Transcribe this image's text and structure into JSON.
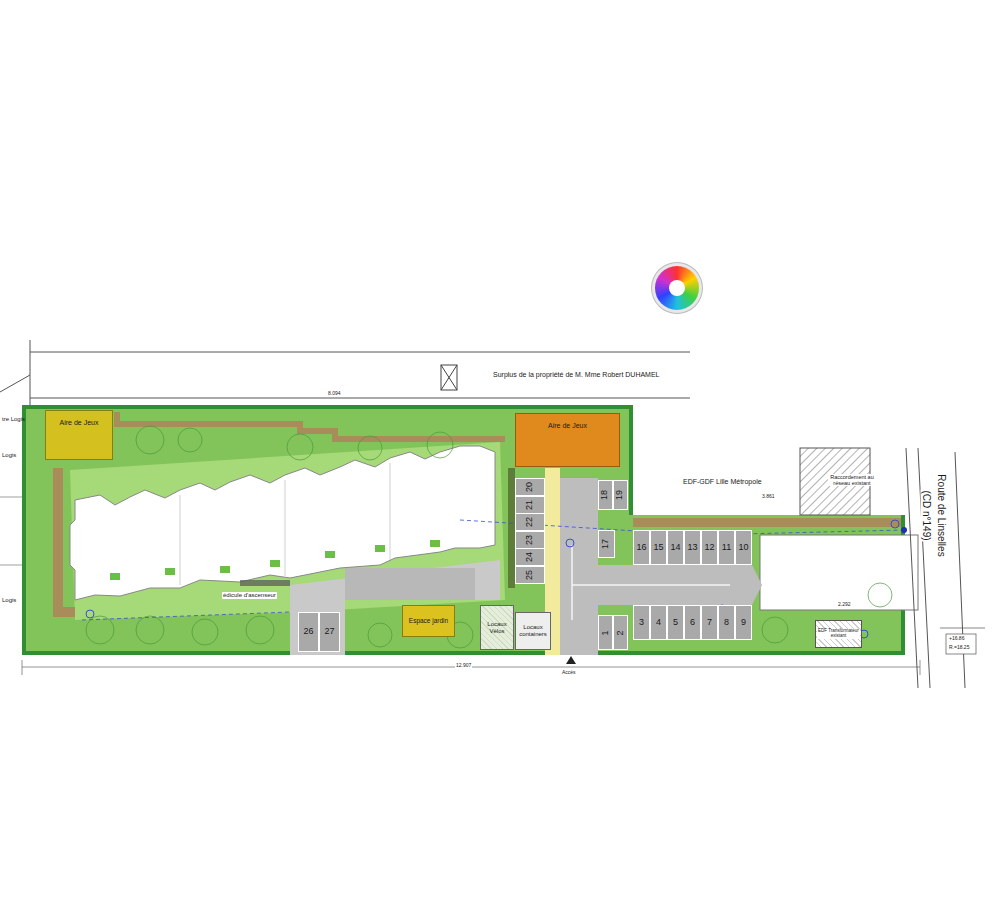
{
  "diagram": {
    "nodes": [
      {
        "text": [
          "Aire de Jeux"
        ]
      },
      {
        "text": [
          "Aire de Jeux"
        ]
      },
      {
        "text": [
          "Espace jardin"
        ]
      },
      {
        "text": [
          "Locaux Vélos"
        ]
      },
      {
        "text": [
          "Locaux containers"
        ]
      },
      {
        "text": [
          "EDF Transformateur existant"
        ]
      },
      {
        "text": [
          "1"
        ]
      },
      {
        "text": [
          "2"
        ]
      },
      {
        "text": [
          "3"
        ]
      },
      {
        "text": [
          "4"
        ]
      },
      {
        "text": [
          "5"
        ]
      },
      {
        "text": [
          "6"
        ]
      },
      {
        "text": [
          "7"
        ]
      },
      {
        "text": [
          "8"
        ]
      },
      {
        "text": [
          "9"
        ]
      },
      {
        "text": [
          "10"
        ]
      },
      {
        "text": [
          "11"
        ]
      },
      {
        "text": [
          "12"
        ]
      },
      {
        "text": [
          "13"
        ]
      },
      {
        "text": [
          "14"
        ]
      },
      {
        "text": [
          "15"
        ]
      },
      {
        "text": [
          "16"
        ]
      },
      {
        "text": [
          "17"
        ]
      },
      {
        "text": [
          "18"
        ]
      },
      {
        "text": [
          "19"
        ]
      },
      {
        "text": [
          "20"
        ]
      },
      {
        "text": [
          "21"
        ]
      },
      {
        "text": [
          "22"
        ]
      },
      {
        "text": [
          "23"
        ]
      },
      {
        "text": [
          "24"
        ]
      },
      {
        "text": [
          "25"
        ]
      },
      {
        "text": [
          "26"
        ]
      },
      {
        "text": [
          "27"
        ]
      }
    ],
    "labels": [
      "Surplus de la propriété de M. Mme Robert DUHAMEL",
      "8.094",
      "tre Logis",
      "Logis",
      "Logis",
      "EDF-GDF Lille Métropole",
      "Raccordement au réseau existant",
      "3.861",
      "2.292",
      "édicule d'ascenseur",
      "Accès",
      "12.907",
      "+16.86",
      "R.=18.25",
      "Route de Linselles",
      "(CD n°149)"
    ]
  }
}
